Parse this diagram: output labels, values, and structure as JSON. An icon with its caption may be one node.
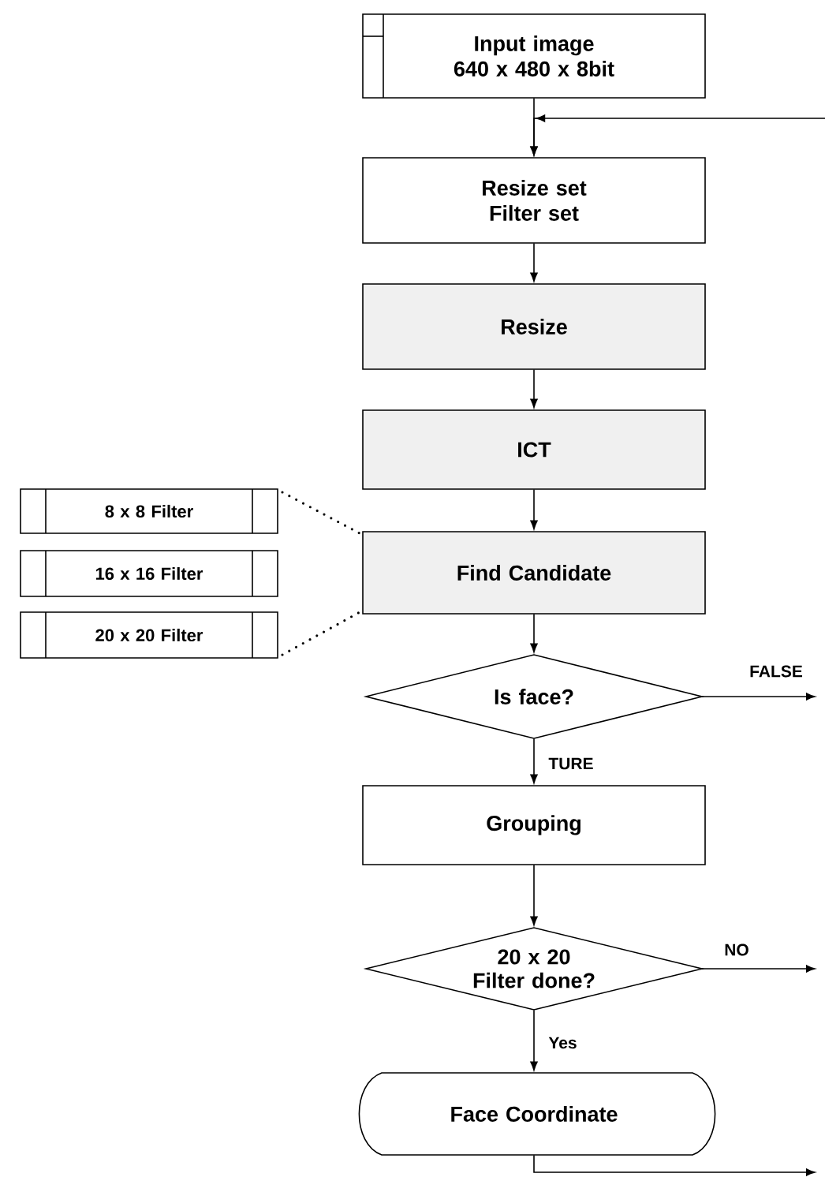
{
  "diagram": {
    "nodes": [
      {
        "text": [
          "Input image",
          "640 x 480 x 8bit"
        ]
      },
      {
        "text": [
          "Resize set",
          "Filter set"
        ]
      },
      {
        "text": [
          "Resize"
        ]
      },
      {
        "text": [
          "ICT"
        ]
      },
      {
        "text": [
          "8 x 8 Filter"
        ]
      },
      {
        "text": [
          "16 x 16 Filter"
        ]
      },
      {
        "text": [
          "20 x 20 Filter"
        ]
      },
      {
        "text": [
          "Find Candidate"
        ]
      },
      {
        "text": [
          "Is face?"
        ]
      },
      {
        "text": [
          "Grouping"
        ]
      },
      {
        "text": [
          "20 x 20 Filter done?"
        ]
      },
      {
        "text": [
          "Face Coordinate"
        ]
      }
    ],
    "edges": [
      {
        "from": 0,
        "to": 1,
        "arrow": "to"
      },
      {
        "from": null,
        "to": 1,
        "arrow": "to"
      },
      {
        "from": 1,
        "to": 2,
        "arrow": "to"
      },
      {
        "from": 2,
        "to": 3,
        "arrow": "to"
      },
      {
        "from": 3,
        "to": 7,
        "arrow": "to"
      },
      {
        "from": 4,
        "to": 7,
        "arrow": "none",
        "style": "dashed"
      },
      {
        "from": 6,
        "to": 7,
        "arrow": "none",
        "style": "dashed"
      },
      {
        "from": 7,
        "to": 8,
        "arrow": "to"
      },
      {
        "from": 8,
        "to": null,
        "arrow": "to",
        "label": "FALSE"
      },
      {
        "from": 8,
        "to": 9,
        "arrow": "to",
        "label": "TURE"
      },
      {
        "from": 9,
        "to": 10,
        "arrow": "to"
      },
      {
        "from": 10,
        "to": null,
        "arrow": "to",
        "label": "NO"
      },
      {
        "from": 10,
        "to": 11,
        "arrow": "to",
        "label": "Yes"
      },
      {
        "from": 11,
        "to": null,
        "arrow": "to"
      }
    ]
  }
}
